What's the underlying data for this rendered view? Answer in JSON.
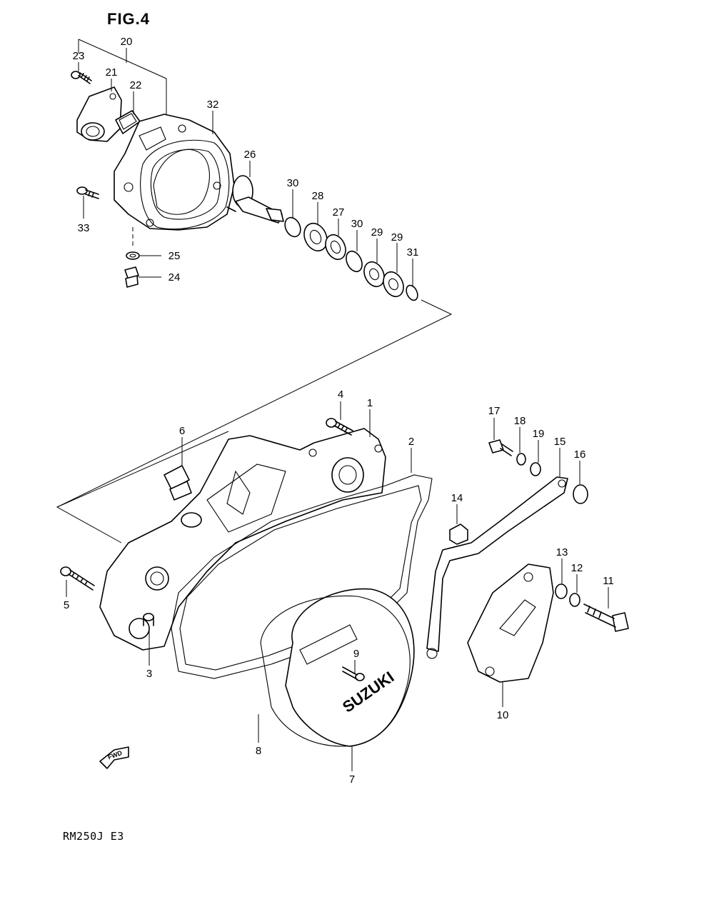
{
  "figure": {
    "title": "FIG.4",
    "model_code": "RM250J  E3",
    "cover_brand_text": "SUZUKI",
    "direction_label": "FWD"
  },
  "callouts": [
    {
      "id": "c1",
      "label": "1"
    },
    {
      "id": "c2",
      "label": "2"
    },
    {
      "id": "c3",
      "label": "3"
    },
    {
      "id": "c4",
      "label": "4"
    },
    {
      "id": "c5",
      "label": "5"
    },
    {
      "id": "c6",
      "label": "6"
    },
    {
      "id": "c7",
      "label": "7"
    },
    {
      "id": "c8",
      "label": "8"
    },
    {
      "id": "c9",
      "label": "9"
    },
    {
      "id": "c10",
      "label": "10"
    },
    {
      "id": "c11",
      "label": "11"
    },
    {
      "id": "c12",
      "label": "12"
    },
    {
      "id": "c13",
      "label": "13"
    },
    {
      "id": "c14",
      "label": "14"
    },
    {
      "id": "c15",
      "label": "15"
    },
    {
      "id": "c16",
      "label": "16"
    },
    {
      "id": "c17",
      "label": "17"
    },
    {
      "id": "c18",
      "label": "18"
    },
    {
      "id": "c19",
      "label": "19"
    },
    {
      "id": "c20",
      "label": "20"
    },
    {
      "id": "c21",
      "label": "21"
    },
    {
      "id": "c22",
      "label": "22"
    },
    {
      "id": "c23",
      "label": "23"
    },
    {
      "id": "c24",
      "label": "24"
    },
    {
      "id": "c25",
      "label": "25"
    },
    {
      "id": "c26",
      "label": "26"
    },
    {
      "id": "c27",
      "label": "27"
    },
    {
      "id": "c28",
      "label": "28"
    },
    {
      "id": "c29a",
      "label": "29"
    },
    {
      "id": "c29b",
      "label": "29"
    },
    {
      "id": "c30a",
      "label": "30"
    },
    {
      "id": "c30b",
      "label": "30"
    },
    {
      "id": "c31",
      "label": "31"
    },
    {
      "id": "c32",
      "label": "32"
    },
    {
      "id": "c33",
      "label": "33"
    }
  ]
}
